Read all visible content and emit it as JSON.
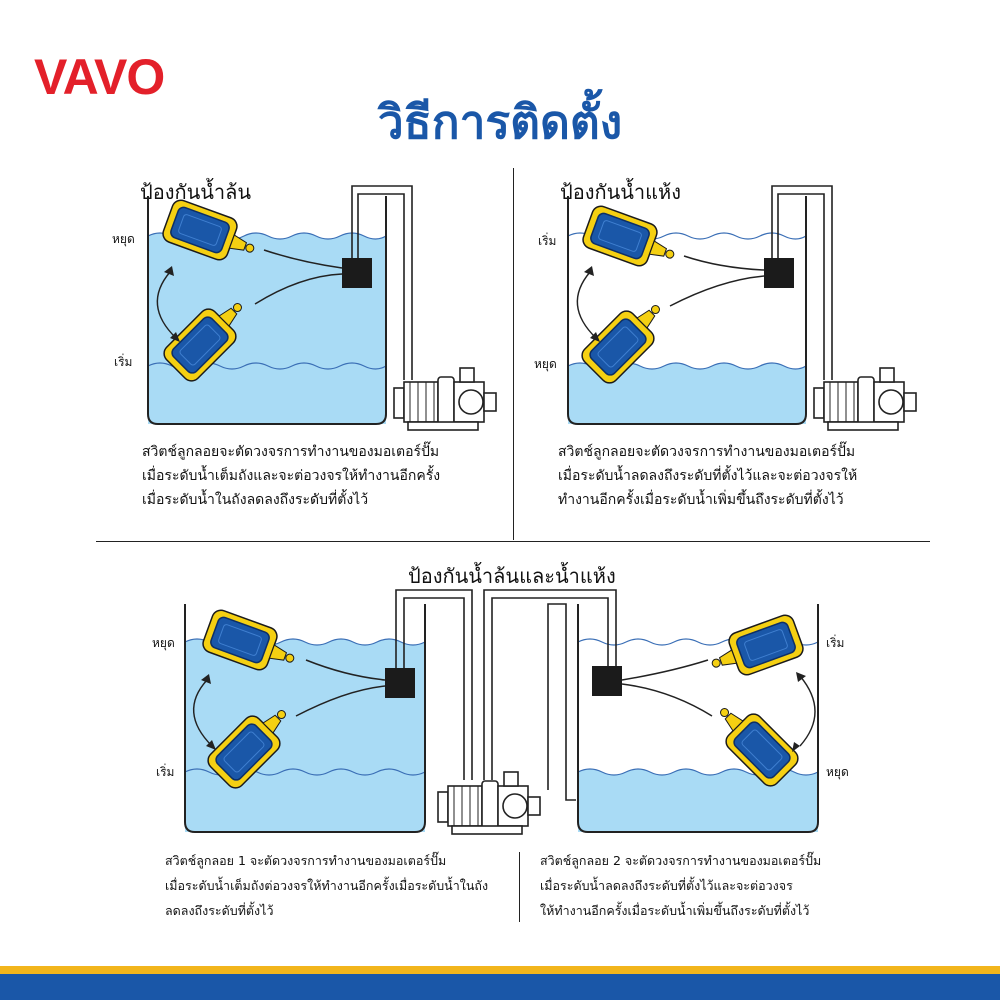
{
  "brand": {
    "logo": "VAVO"
  },
  "title": "วิธีการติดตั้ง",
  "colors": {
    "water": "#a9dbf5",
    "float_blue": "#1a57a8",
    "float_yellow": "#f5d012",
    "logo_red": "#e3202a",
    "title_blue": "#1a57a8",
    "footer_yellow": "#f2b51c",
    "footer_blue": "#1a57a8"
  },
  "panels": {
    "overflow": {
      "title": "ป้องกันน้ำล้น",
      "stop_label": "หยุด",
      "start_label": "เริ่ม",
      "desc": [
        "สวิตช์ลูกลอยจะตัดวงจรการทำงานของมอเตอร์ปั๊ม",
        "เมื่อระดับน้ำเต็มถังและจะต่อวงจรให้ทำงานอีกครั้ง",
        "เมื่อระดับน้ำในถังลดลงถึงระดับที่ตั้งไว้"
      ]
    },
    "dry": {
      "title": "ป้องกันน้ำแห้ง",
      "start_label": "เริ่ม",
      "stop_label": "หยุด",
      "desc": [
        "สวิตช์ลูกลอยจะตัดวงจรการทำงานของมอเตอร์ปั๊ม",
        "เมื่อระดับน้ำลดลงถึงระดับที่ตั้งไว้และจะต่อวงจรให้",
        "ทำงานอีกครั้งเมื่อระดับน้ำเพิ่มขึ้นถึงระดับที่ตั้งไว้"
      ]
    },
    "both": {
      "title": "ป้องกันน้ำล้นและน้ำแห้ง",
      "left_stop_label": "หยุด",
      "left_start_label": "เริ่ม",
      "right_start_label": "เริ่ม",
      "right_stop_label": "หยุด",
      "desc_left": [
        "สวิตช์ลูกลอย 1 จะตัดวงจรการทำงานของมอเตอร์ปั๊ม",
        "เมื่อระดับน้ำเต็มถังต่อวงจรให้ทำงานอีกครั้งเมื่อระดับน้ำในถัง",
        "ลดลงถึงระดับที่ตั้งไว้"
      ],
      "desc_right": [
        "สวิตช์ลูกลอย 2 จะตัดวงจรการทำงานของมอเตอร์ปั๊ม",
        "เมื่อระดับน้ำลดลงถึงระดับที่ตั้งไว้และจะต่อวงจร",
        "ให้ทำงานอีกครั้งเมื่อระดับน้ำเพิ่มขึ้นถึงระดับที่ตั้งไว้"
      ]
    }
  },
  "icons": [
    "float-switch-icon",
    "control-box-icon",
    "pump-icon",
    "double-arrow-icon",
    "wave-icon"
  ]
}
